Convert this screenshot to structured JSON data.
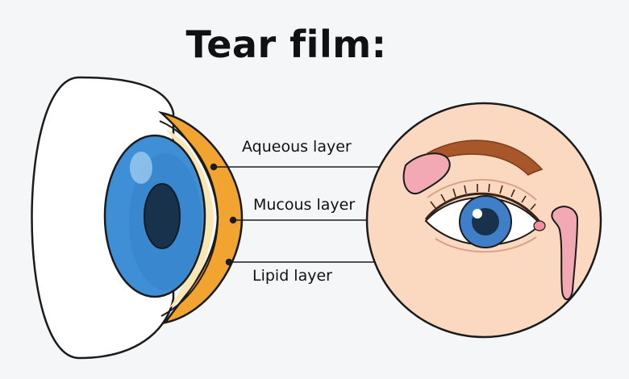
{
  "title": "Tear film:",
  "labels": {
    "aqueous": "Aqueous layer",
    "mucous": "Mucous layer",
    "lipid": "Lipid layer"
  },
  "colors": {
    "iris": "#3f8fd6",
    "pupil": "#17324a",
    "tear_film_orange": "#f2a431",
    "tear_film_inner": "#f9d68a",
    "skin": "#fbd8c0",
    "eyebrow": "#a8572a",
    "lacrimal_gland": "#f2a9b4"
  }
}
